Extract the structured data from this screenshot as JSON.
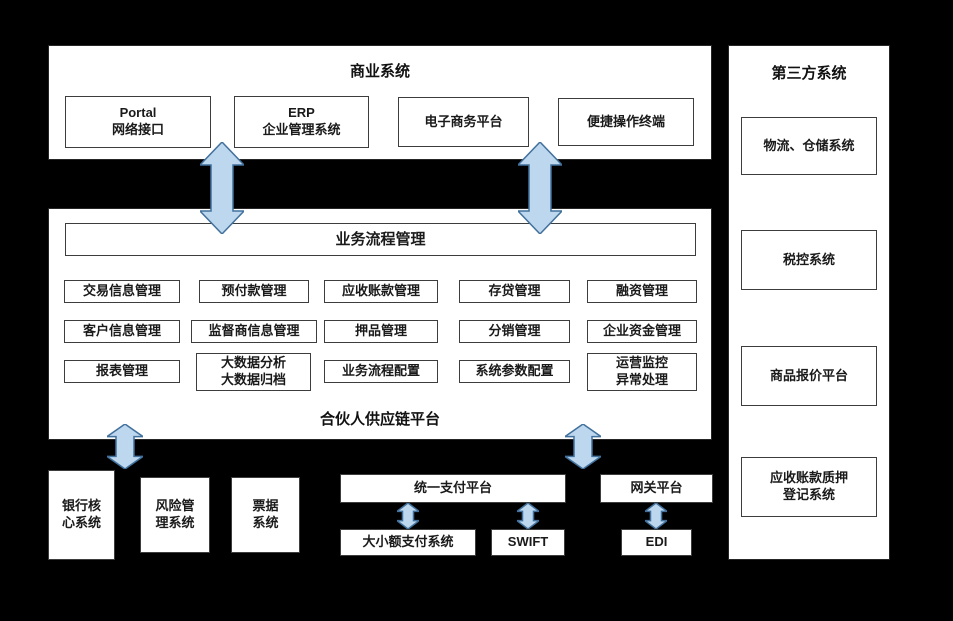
{
  "top_panel": {
    "title": "商业系统",
    "items": [
      {
        "label": "Portal\n网络接口"
      },
      {
        "label": "ERP\n企业管理系统"
      },
      {
        "label": "电子商务平台"
      },
      {
        "label": "便捷操作终端"
      }
    ]
  },
  "middle_panel": {
    "header": "业务流程管理",
    "footer": "合伙人供应链平台",
    "rows": [
      [
        "交易信息管理",
        "预付款管理",
        "应收账款管理",
        "存贷管理",
        "融资管理"
      ],
      [
        "客户信息管理",
        "监督商信息管理",
        "押品管理",
        "分销管理",
        "企业资金管理"
      ],
      [
        "报表管理",
        "大数据分析\n大数据归档",
        "业务流程配置",
        "系统参数配置",
        "运营监控\n异常处理"
      ]
    ]
  },
  "bottom_row": {
    "bank_core": "银行核\n心系统",
    "risk_mgmt": "风险管\n理系统",
    "bill_system": "票据\n系统",
    "unified_payment": "统一支付平台",
    "payment_system": "大小额支付系统",
    "swift": "SWIFT",
    "gateway": "网关平台",
    "edi": "EDI"
  },
  "right_panel": {
    "title": "第三方系统",
    "items": [
      {
        "label": "物流、仓储系统"
      },
      {
        "label": "税控系统"
      },
      {
        "label": "商品报价平台"
      },
      {
        "label": "应收账款质押\n登记系统"
      }
    ]
  },
  "colors": {
    "background": "#000000",
    "panel": "#ffffff",
    "border": "#3d3d3d",
    "arrow_fill": "#bdd7ee",
    "arrow_stroke": "#41719c",
    "text": "#1a1a1a"
  }
}
